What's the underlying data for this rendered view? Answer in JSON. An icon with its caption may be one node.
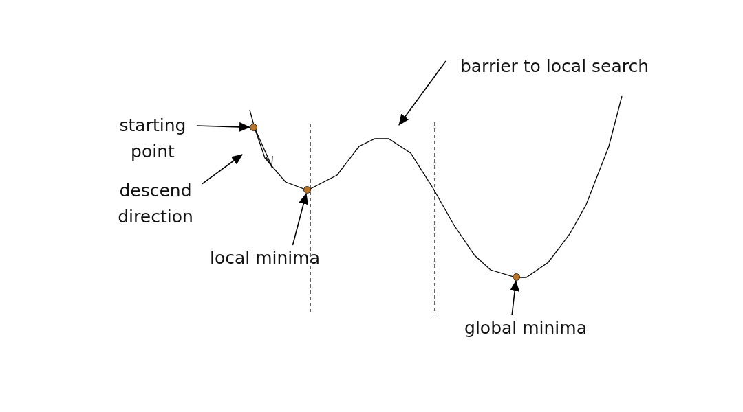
{
  "diagram": {
    "nodes": [
      {
        "text": [
          "starting point"
        ]
      },
      {
        "text": [],
        "shape": "circle"
      },
      {
        "text": [
          "descend direction"
        ]
      },
      {
        "text": [
          "barrier to local search"
        ]
      },
      {
        "text": [],
        "shape": "circle"
      },
      {
        "text": [
          "local minima"
        ]
      },
      {
        "text": [],
        "shape": "circle"
      },
      {
        "text": [
          "global minima"
        ]
      }
    ],
    "edges": [
      {
        "from": 0,
        "to": 1,
        "arrow": "to"
      },
      {
        "from": 2,
        "to": null,
        "arrow": "to"
      },
      {
        "from": 5,
        "to": 4,
        "arrow": "to"
      },
      {
        "from": 3,
        "to": null,
        "arrow": "to"
      },
      {
        "from": 7,
        "to": 6,
        "arrow": "to"
      }
    ]
  }
}
